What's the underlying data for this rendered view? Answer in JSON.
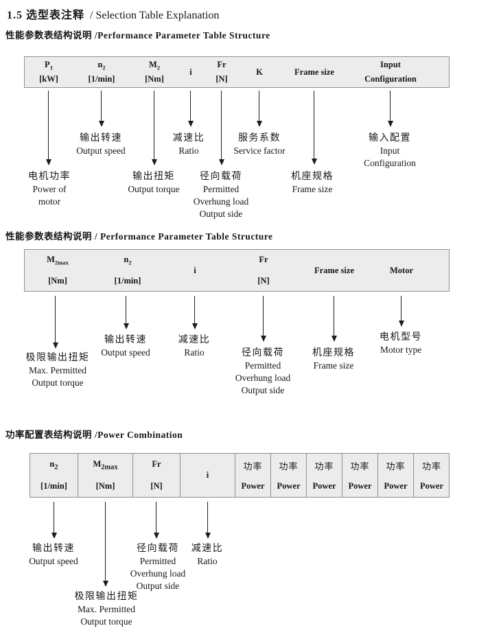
{
  "document": {
    "title_prefix": "1.5 选型表注释",
    "title_suffix": "/ Selection Table Explanation"
  },
  "colors": {
    "table_fill": "#ececec",
    "table_border": "#8f8f8f",
    "text": "#161616",
    "background": "#ffffff"
  },
  "sections": [
    {
      "heading": "性能参数表结构说明 /Performance Parameter Table Structure",
      "columns": [
        {
          "line1": "P",
          "sub": "1",
          "line2": "[kW]"
        },
        {
          "line1": "n",
          "sub": "2",
          "line2": "[1/min]"
        },
        {
          "line1": "M",
          "sub": "2",
          "line2": "[Nm]"
        },
        {
          "line1": "i",
          "sub": "",
          "line2": ""
        },
        {
          "line1": "Fr",
          "sub": "",
          "line2": "[N]"
        },
        {
          "line1": "K",
          "sub": "",
          "line2": ""
        },
        {
          "line1": "Frame size",
          "sub": "",
          "line2": ""
        },
        {
          "line1": "Input",
          "sub": "",
          "line2": "Configuration"
        }
      ],
      "callouts": [
        {
          "lines": [
            "电机功率",
            "Power of",
            "motor"
          ]
        },
        {
          "lines": [
            "输出转速",
            "Output speed"
          ]
        },
        {
          "lines": [
            "输出扭矩",
            "Output torque"
          ]
        },
        {
          "lines": [
            "减速比",
            "Ratio"
          ]
        },
        {
          "lines": [
            "径向载荷",
            "Permitted",
            "Overhung load",
            "Output side"
          ]
        },
        {
          "lines": [
            "服务系数",
            "Service factor"
          ]
        },
        {
          "lines": [
            "机座规格",
            "Frame size"
          ]
        },
        {
          "lines": [
            "输入配置",
            "Input",
            "Configuration"
          ]
        }
      ]
    },
    {
      "heading": "性能参数表结构说明 / Performance Parameter Table Structure",
      "columns": [
        {
          "line1": "M",
          "sub": "2max",
          "line2": "[Nm]"
        },
        {
          "line1": "n",
          "sub": "2",
          "line2": "[1/min]"
        },
        {
          "line1": "i",
          "sub": "",
          "line2": ""
        },
        {
          "line1": "Fr",
          "sub": "",
          "line2": "[N]"
        },
        {
          "line1": "Frame size",
          "sub": "",
          "line2": ""
        },
        {
          "line1": "Motor",
          "sub": "",
          "line2": ""
        }
      ],
      "callouts": [
        {
          "lines": [
            "极限输出扭矩",
            "Max. Permitted",
            "Output  torque"
          ]
        },
        {
          "lines": [
            "输出转速",
            "Output speed"
          ]
        },
        {
          "lines": [
            "减速比",
            "Ratio"
          ]
        },
        {
          "lines": [
            "径向载荷",
            "Permitted",
            "Overhung load",
            "Output side"
          ]
        },
        {
          "lines": [
            "机座规格",
            "Frame size"
          ]
        },
        {
          "lines": [
            "电机型号",
            "Motor type"
          ]
        }
      ]
    },
    {
      "heading": "功率配置表结构说明 /Power Combination",
      "columns": [
        {
          "line1": "n",
          "sub": "2",
          "line2": "[1/min]"
        },
        {
          "line1": "M",
          "sub": "2max",
          "line2": "[Nm]"
        },
        {
          "line1": "Fr",
          "sub": "",
          "line2": "[N]"
        },
        {
          "line1": "i",
          "sub": "",
          "line2": ""
        },
        {
          "line1": "功率",
          "sub": "",
          "line2": "Power"
        },
        {
          "line1": "功率",
          "sub": "",
          "line2": "Power"
        },
        {
          "line1": "功率",
          "sub": "",
          "line2": "Power"
        },
        {
          "line1": "功率",
          "sub": "",
          "line2": "Power"
        },
        {
          "line1": "功率",
          "sub": "",
          "line2": "Power"
        },
        {
          "line1": "功率",
          "sub": "",
          "line2": "Power"
        }
      ],
      "callouts": [
        {
          "lines": [
            "输出转速",
            "Output speed"
          ]
        },
        {
          "lines": [
            "极限输出扭矩",
            "Max. Permitted",
            "Output  torque"
          ]
        },
        {
          "lines": [
            "径向载荷",
            "Permitted",
            "Overhung load",
            "Output side"
          ]
        },
        {
          "lines": [
            "减速比",
            "Ratio"
          ]
        }
      ]
    }
  ]
}
